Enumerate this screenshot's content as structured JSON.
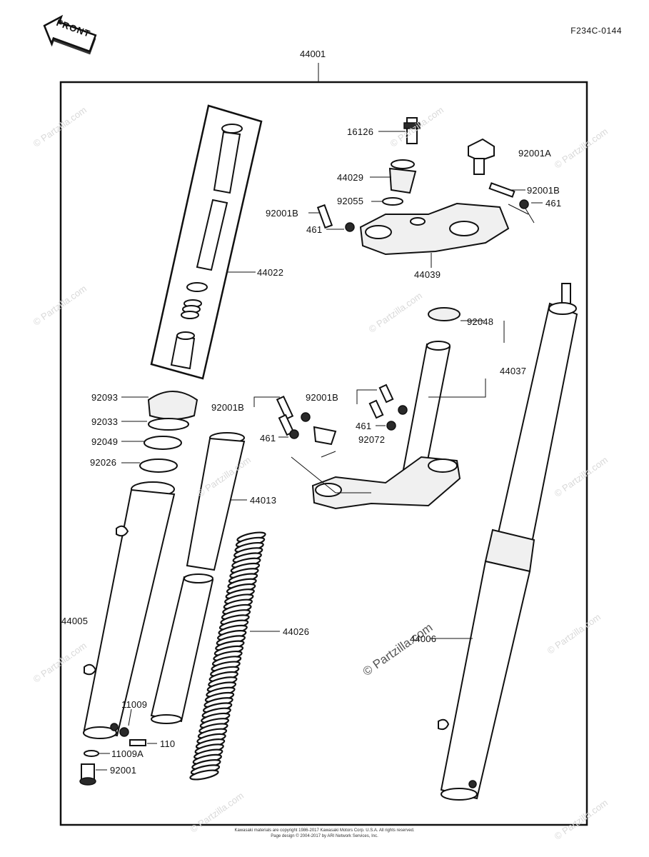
{
  "header": {
    "doc_code": "F234C-0144",
    "front_badge": "FRONT"
  },
  "assembly_label": "44001",
  "callouts": [
    {
      "id": "16126",
      "text": "16126"
    },
    {
      "id": "92001A_top",
      "text": "92001A"
    },
    {
      "id": "44029",
      "text": "44029"
    },
    {
      "id": "92001B_a",
      "text": "92001B"
    },
    {
      "id": "92055",
      "text": "92055"
    },
    {
      "id": "461_a",
      "text": "461"
    },
    {
      "id": "92001B_b",
      "text": "92001B"
    },
    {
      "id": "461_b",
      "text": "461"
    },
    {
      "id": "44039",
      "text": "44039"
    },
    {
      "id": "44022",
      "text": "44022"
    },
    {
      "id": "92048",
      "text": "92048"
    },
    {
      "id": "44037",
      "text": "44037"
    },
    {
      "id": "92093",
      "text": "92093"
    },
    {
      "id": "92001B_c",
      "text": "92001B"
    },
    {
      "id": "92001B_d",
      "text": "92001B"
    },
    {
      "id": "92033",
      "text": "92033"
    },
    {
      "id": "461_c",
      "text": "461"
    },
    {
      "id": "461_d",
      "text": "461"
    },
    {
      "id": "92072",
      "text": "92072"
    },
    {
      "id": "92049",
      "text": "92049"
    },
    {
      "id": "92026",
      "text": "92026"
    },
    {
      "id": "44013",
      "text": "44013"
    },
    {
      "id": "44005",
      "text": "44005"
    },
    {
      "id": "44026",
      "text": "44026"
    },
    {
      "id": "44006",
      "text": "44006"
    },
    {
      "id": "11009",
      "text": "11009"
    },
    {
      "id": "110",
      "text": "110"
    },
    {
      "id": "11009A",
      "text": "11009A"
    },
    {
      "id": "92001",
      "text": "92001"
    }
  ],
  "footer": {
    "line1": "Kawasaki materials are copyright 1986-2017 Kawasaki Motors Corp. U.S.A. All rights reserved.",
    "line2": "Page design © 2004-2017 by ARI Network Services, Inc."
  },
  "watermark": "© Partzilla.com"
}
